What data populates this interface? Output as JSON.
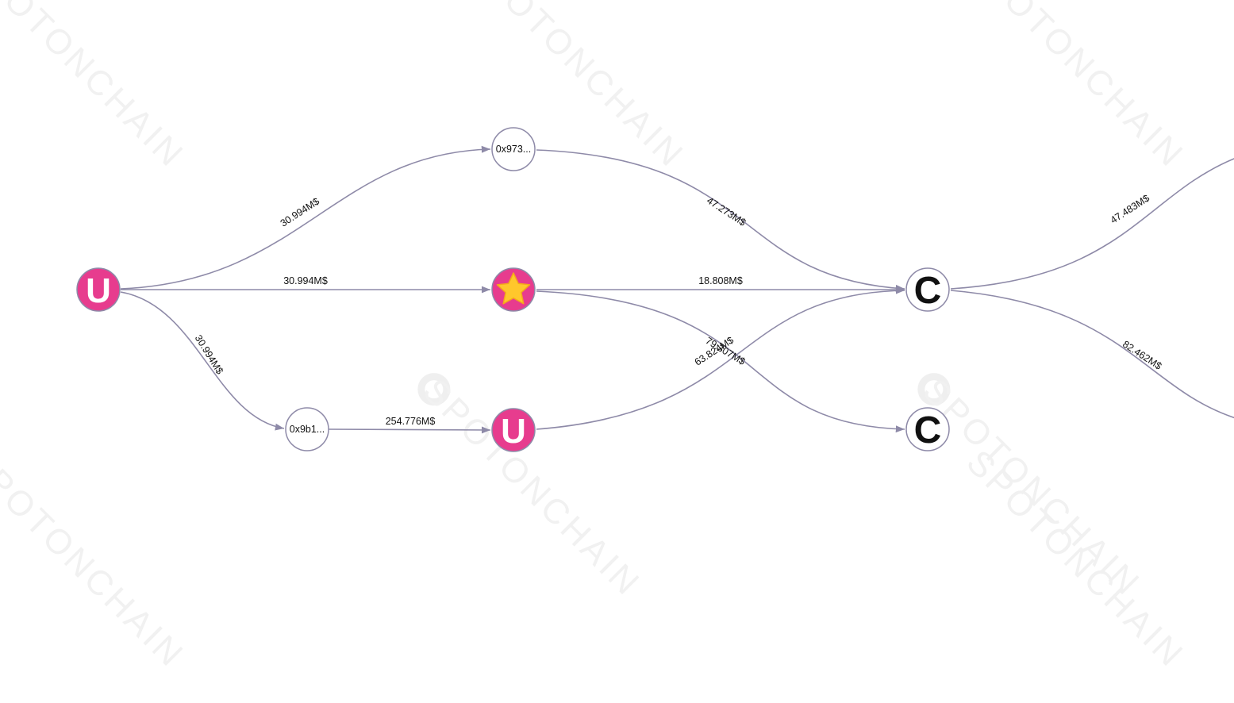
{
  "watermark": {
    "text": "SPOTONCHAIN",
    "color": "#f1f1f1"
  },
  "colors": {
    "edge": "#8e8aa8",
    "node_pink": "#e73c8e",
    "star": "#ffc72c"
  },
  "nodes": [
    {
      "id": "u-left",
      "label": "U",
      "style": "pink-letter"
    },
    {
      "id": "0x973",
      "label": "0x973...",
      "style": "address"
    },
    {
      "id": "star",
      "label": "",
      "style": "pink-star",
      "icon": "star-icon"
    },
    {
      "id": "0x9b1",
      "label": "0x9b1...",
      "style": "address"
    },
    {
      "id": "u-bottom",
      "label": "U",
      "style": "pink-letter"
    },
    {
      "id": "c-main",
      "label": "C",
      "style": "white-letter"
    },
    {
      "id": "c-bottom",
      "label": "C",
      "style": "white-letter"
    }
  ],
  "edges": [
    {
      "from": "u-left",
      "to": "0x973",
      "label": "30.994M$"
    },
    {
      "from": "u-left",
      "to": "star",
      "label": "30.994M$"
    },
    {
      "from": "u-left",
      "to": "0x9b1",
      "label": "30.994M$"
    },
    {
      "from": "0x9b1",
      "to": "u-bottom",
      "label": "254.776M$"
    },
    {
      "from": "0x973",
      "to": "c-main",
      "label": "47.273M$"
    },
    {
      "from": "star",
      "to": "c-main",
      "label": "18.808M$"
    },
    {
      "from": "star",
      "to": "c-bottom",
      "label": "79.307M$"
    },
    {
      "from": "u-bottom",
      "to": "c-main",
      "label": "63.824M$"
    },
    {
      "from": "c-main",
      "to": "offscreen-top",
      "label": "47.483M$"
    },
    {
      "from": "c-main",
      "to": "offscreen-bottom",
      "label": "82.462M$"
    }
  ]
}
